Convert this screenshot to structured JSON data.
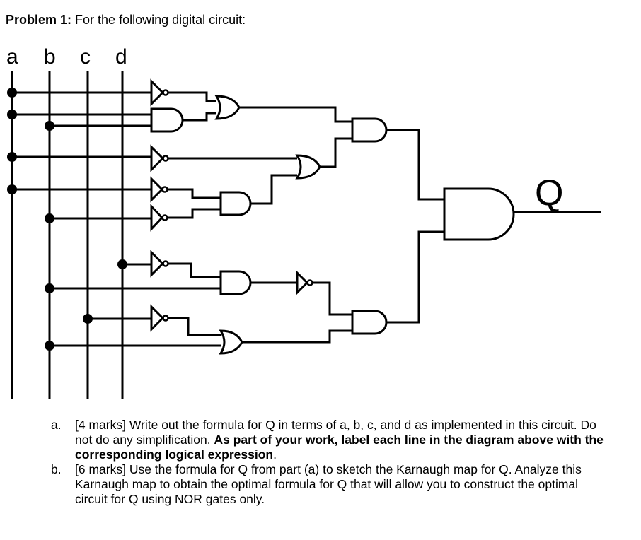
{
  "problem": {
    "label": "Problem 1:",
    "text": "For the following digital circuit:"
  },
  "circuit": {
    "inputs": [
      "a",
      "b",
      "c",
      "d"
    ],
    "output": "Q"
  },
  "questions": [
    {
      "marker": "a.",
      "text_before": "[4 marks] Write out the formula for Q in terms of a, b, c, and d as implemented in this circuit.  Do not do any simplification.  ",
      "text_bold": "As part of your work, label each line in the diagram above with the corresponding logical expression",
      "text_after": "."
    },
    {
      "marker": "b.",
      "text_before": "[6 marks] Use the formula for Q from part (a) to sketch the Karnaugh map for Q. Analyze this Karnaugh map to obtain the optimal formula for Q that will allow you to construct the optimal circuit for Q using NOR gates only.",
      "text_bold": "",
      "text_after": ""
    }
  ]
}
